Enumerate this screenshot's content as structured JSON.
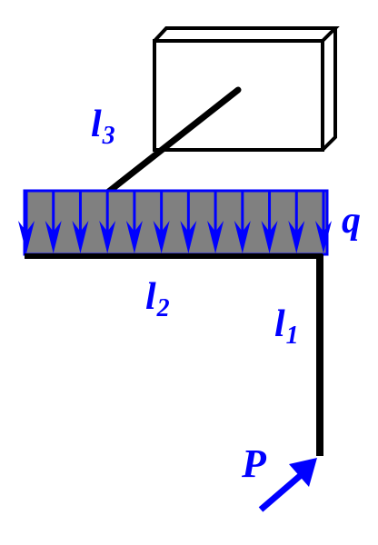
{
  "labels": {
    "l3": {
      "main": "l",
      "sub": "3"
    },
    "l2": {
      "main": "l",
      "sub": "2"
    },
    "l1": {
      "main": "l",
      "sub": "1"
    },
    "q": "q",
    "P": "P"
  },
  "load": {
    "arrow_count": 12
  },
  "colors": {
    "structure": "#000000",
    "load_fill": "#808080",
    "load_arrows": "#0000ff",
    "labels": "#0000ff"
  }
}
